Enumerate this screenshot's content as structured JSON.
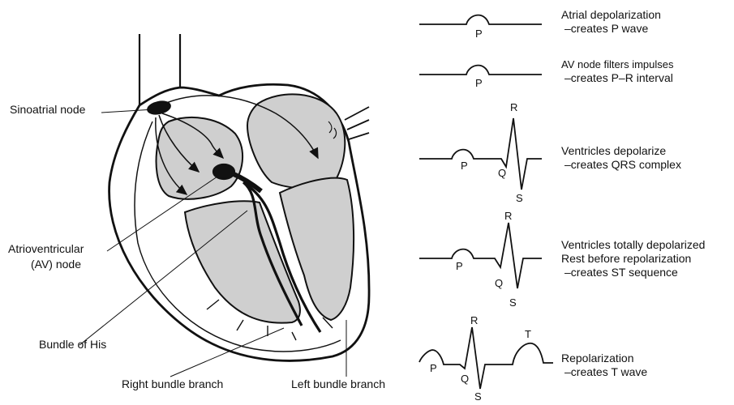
{
  "heart_labels": {
    "sa_node": "Sinoatrial node",
    "av_node_line1": "Atrioventricular",
    "av_node_line2": "(AV) node",
    "bundle_his": "Bundle of His",
    "right_bundle": "Right bundle branch",
    "left_bundle": "Left bundle branch"
  },
  "stages": [
    {
      "line1": "Atrial depolarization",
      "line2": "–creates P wave"
    },
    {
      "line1": "AV node filters impulses",
      "line2": "–creates P–R interval"
    },
    {
      "line1": "Ventricles depolarize",
      "line2": "–creates QRS complex"
    },
    {
      "line1": "Ventricles totally depolarized",
      "line2": "Rest before repolarization",
      "line3": "–creates ST sequence"
    },
    {
      "line1": "Repolarization",
      "line2": "–creates T wave"
    }
  ],
  "wave_letters": {
    "p": "P",
    "q": "Q",
    "r": "R",
    "s": "S",
    "t": "T"
  },
  "colors": {
    "line": "#111111",
    "chamber": "#cfcfcf",
    "wall": "#ffffff"
  }
}
